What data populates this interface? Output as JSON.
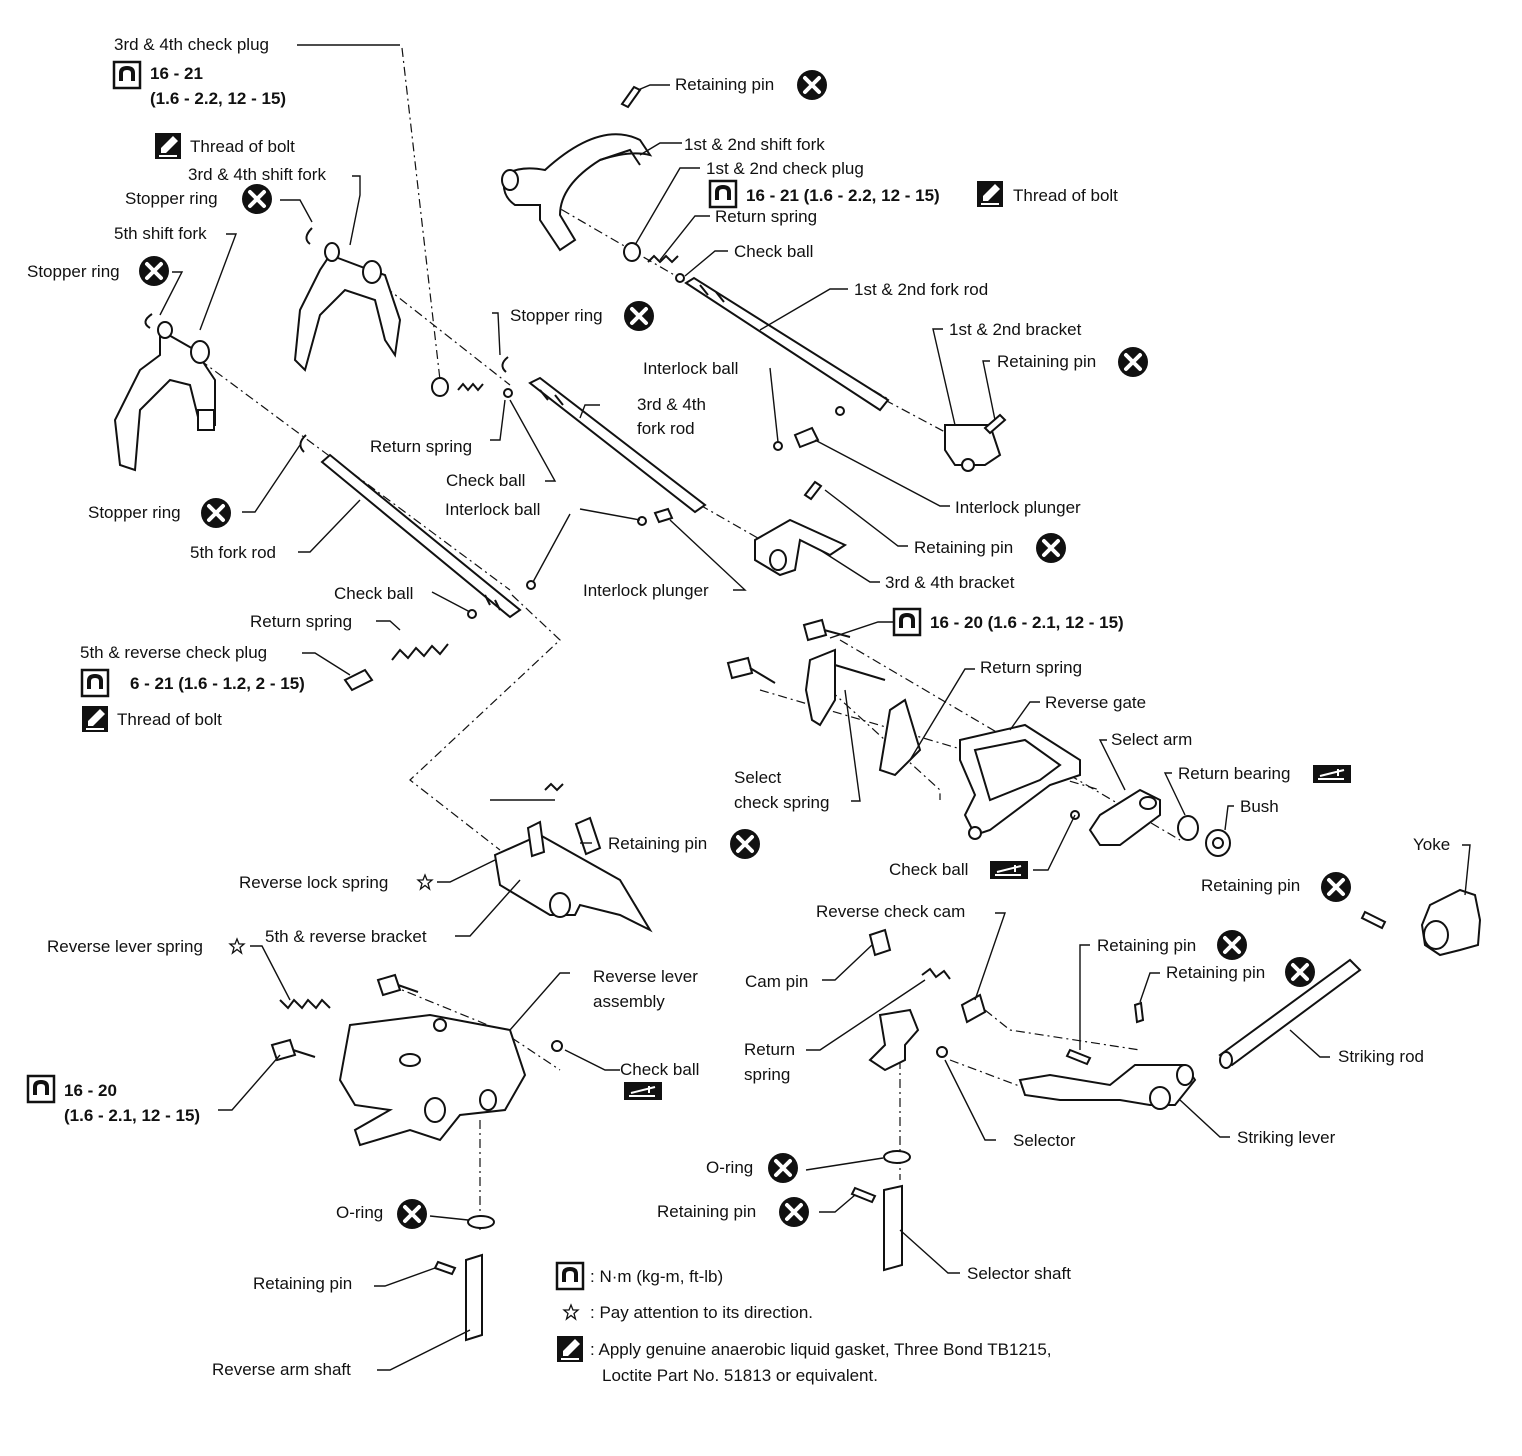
{
  "labels": {
    "check_plug_34": "3rd & 4th check plug",
    "torque_34": "16 - 21",
    "torque_34_units": "(1.6 - 2.2, 12 - 15)",
    "thread_bolt_1": "Thread of bolt",
    "shift_fork_34": "3rd & 4th shift fork",
    "stopper_ring_1": "Stopper ring",
    "shift_fork_5": "5th shift fork",
    "stopper_ring_2": "Stopper ring",
    "stopper_ring_3": "Stopper ring",
    "return_spring_1": "Return spring",
    "check_ball_1": "Check ball",
    "fork_rod_34_a": "3rd & 4th",
    "fork_rod_34_b": "fork rod",
    "interlock_ball_1": "Interlock ball",
    "interlock_plunger_1": "Interlock plunger",
    "stopper_ring_4": "Stopper ring",
    "fork_rod_5": "5th fork rod",
    "check_ball_2": "Check ball",
    "return_spring_2": "Return spring",
    "check_plug_5r": "5th & reverse check plug",
    "torque_5r": "6 - 21 (1.6 - 1.2,   2 - 15)",
    "thread_bolt_2": "Thread of bolt",
    "retaining_pin_top": "Retaining pin",
    "shift_fork_12": "1st & 2nd shift fork",
    "check_plug_12": "1st & 2nd check plug",
    "torque_12": "16 - 21 (1.6 - 2.2, 12 - 15)",
    "thread_bolt_3": "Thread of bolt",
    "return_spring_3": "Return spring",
    "check_ball_3": "Check ball",
    "fork_rod_12": "1st & 2nd fork rod",
    "bracket_12": "1st & 2nd bracket",
    "retaining_pin_2": "Retaining pin",
    "interlock_ball_2": "Interlock ball",
    "interlock_plunger_2": "Interlock plunger",
    "retaining_pin_3": "Retaining pin",
    "bracket_34": "3rd & 4th bracket",
    "torque_mid": "16 - 20 (1.6 - 2.1, 12 - 15)",
    "return_spring_4": "Return spring",
    "reverse_gate": "Reverse gate",
    "select_arm": "Select arm",
    "return_bearing": "Return bearing",
    "bush": "Bush",
    "select_check_spring_a": "Select",
    "select_check_spring_b": "check spring",
    "check_ball_4": "Check ball",
    "retaining_pin_4": "Retaining pin",
    "yoke": "Yoke",
    "reverse_lock_spring": "Reverse lock spring",
    "retaining_pin_5": "Retaining pin",
    "bracket_5r": "5th & reverse bracket",
    "reverse_lever_spring": "Reverse lever spring",
    "reverse_lever_assy_a": "Reverse lever",
    "reverse_lever_assy_b": "assembly",
    "check_ball_5": "Check ball",
    "torque_low_a": "16 - 20",
    "torque_low_b": "(1.6 - 2.1, 12 - 15)",
    "o_ring_1": "O-ring",
    "retaining_pin_6": "Retaining pin",
    "reverse_arm_shaft": "Reverse arm shaft",
    "reverse_check_cam": "Reverse check cam",
    "cam_pin": "Cam pin",
    "retaining_pin_7": "Retaining pin",
    "retaining_pin_8": "Retaining pin",
    "return_spring_5a": "Return",
    "return_spring_5b": "spring",
    "striking_rod": "Striking rod",
    "selector": "Selector",
    "striking_lever": "Striking lever",
    "o_ring_2": "O-ring",
    "retaining_pin_9": "Retaining pin",
    "selector_shaft": "Selector shaft"
  },
  "legend": {
    "torque": ": N·m (kg-m, ft-lb)",
    "direction": ": Pay attention to its direction.",
    "gasket_1": ": Apply genuine anaerobic liquid gasket, Three Bond TB1215,",
    "gasket_2": "Loctite Part No. 51813 or equivalent."
  },
  "icons": {
    "replace": "x-circle-icon",
    "torque": "torque-wrench-icon",
    "sealant": "sealant-icon",
    "grease": "grease-icon",
    "direction": "star-outline-icon"
  }
}
